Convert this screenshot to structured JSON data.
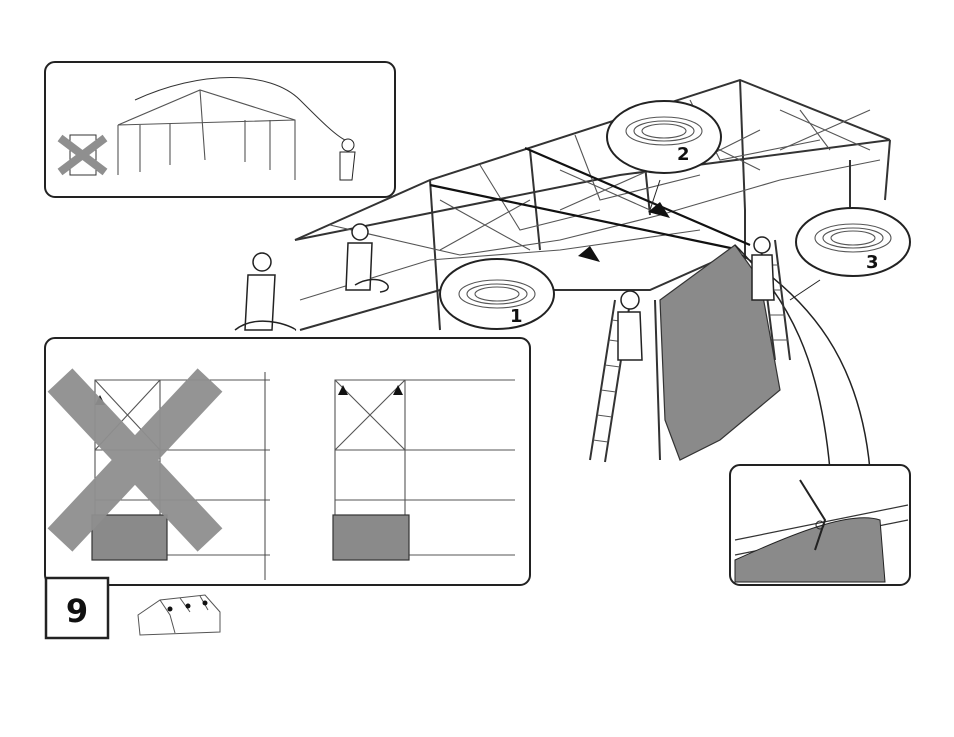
{
  "step": {
    "number": "9"
  },
  "rope_callouts": [
    {
      "label": "1"
    },
    {
      "label": "2"
    },
    {
      "label": "3"
    }
  ],
  "colors": {
    "outline": "#222222",
    "cover_fill": "#8a8a8a",
    "cross_mark": "#8f8f8f",
    "background": "#ffffff"
  },
  "icons": {
    "step_tent": "tent-thumbnail-icon",
    "forbidden": "cross-out-icon",
    "direction": "arrow-icon"
  }
}
